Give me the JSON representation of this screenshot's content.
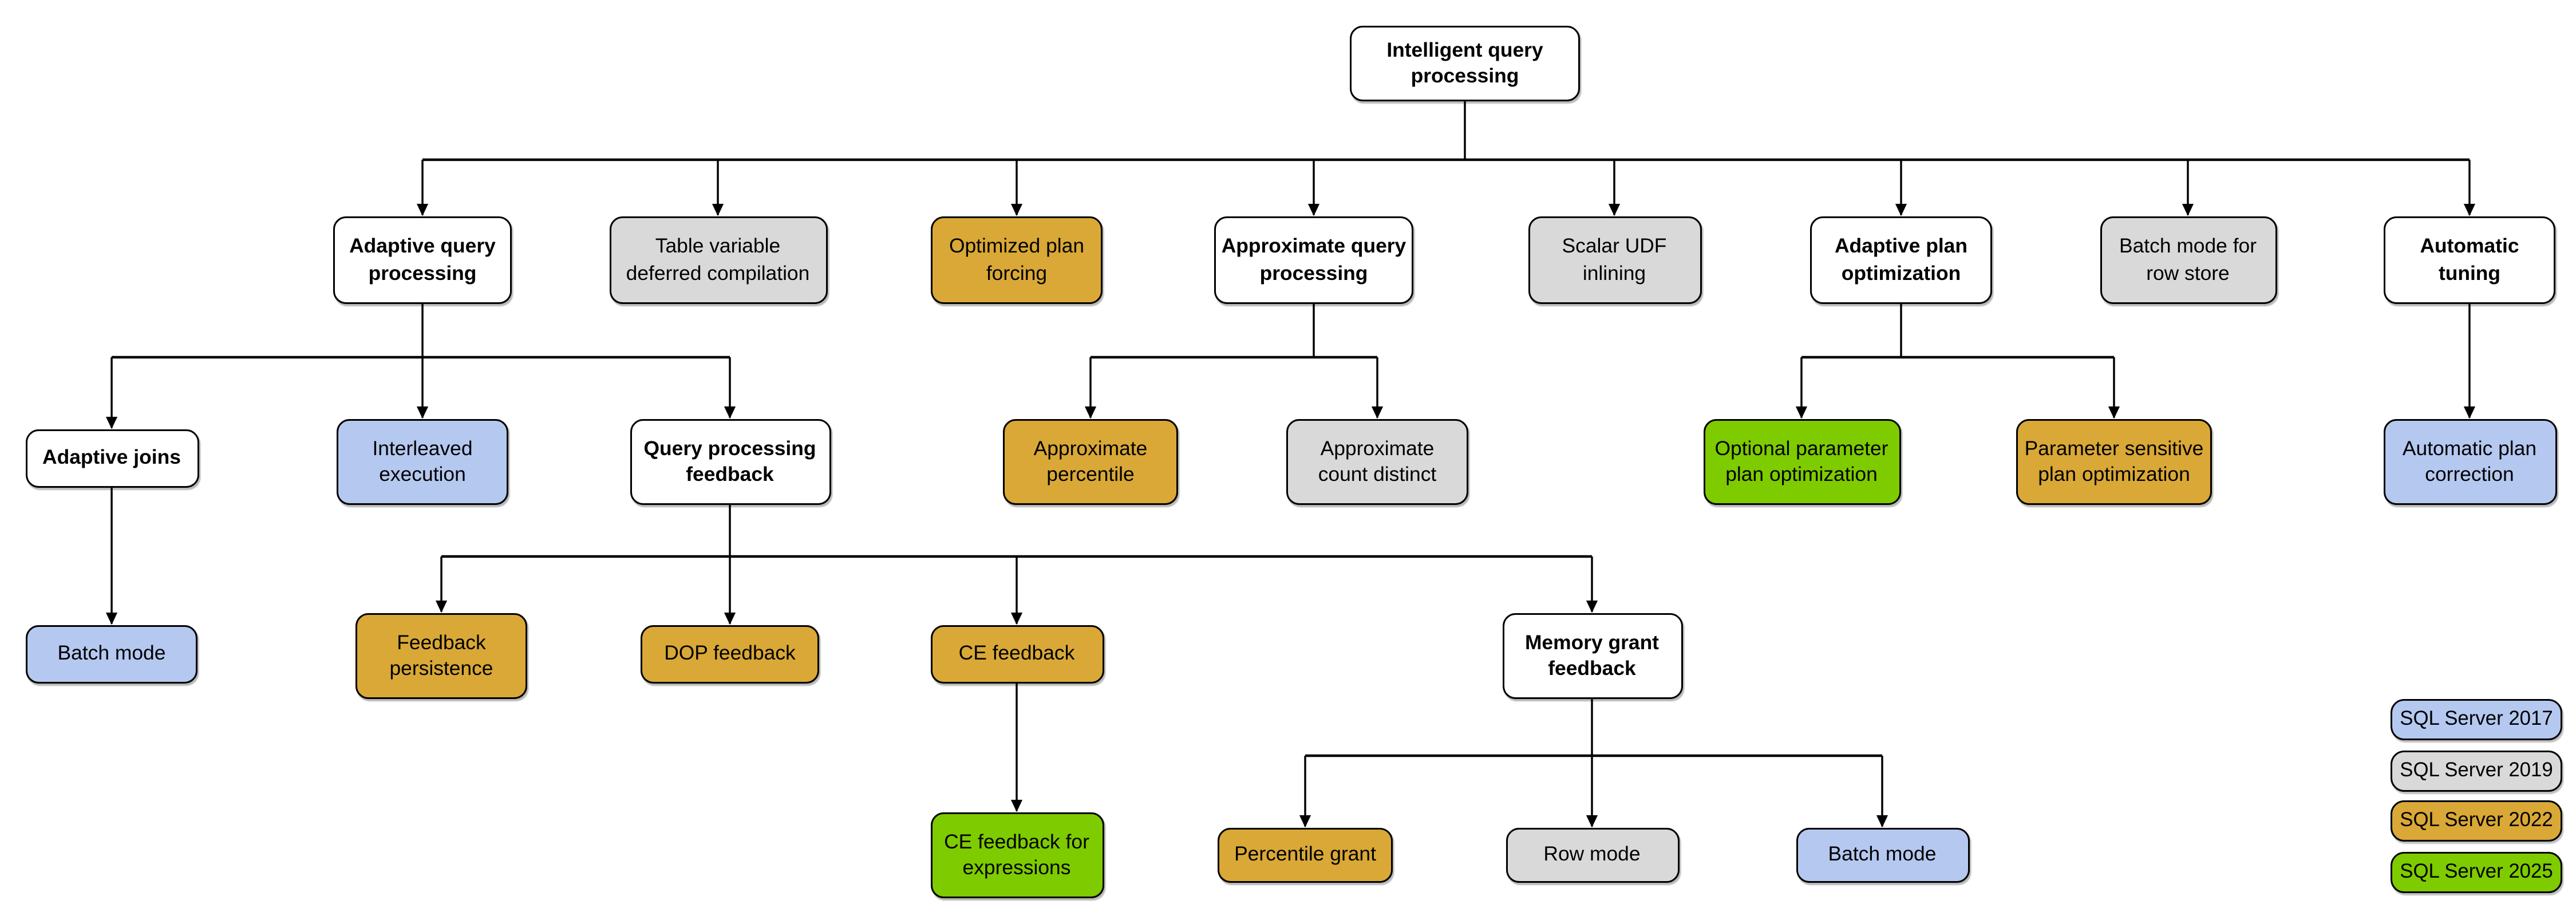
{
  "colors": {
    "base": "#FFFFFF",
    "sql2017": "#B5C8F0",
    "sql2019": "#D9D9D9",
    "sql2022": "#D9A836",
    "sql2025": "#7ECB00"
  },
  "diagram": {
    "nodes": [
      {
        "id": "intelligent-query-processing",
        "label": "Intelligent query processing",
        "version": "base"
      },
      {
        "id": "adaptive-query-processing",
        "label": "Adaptive query processing",
        "version": "base"
      },
      {
        "id": "table-variable-deferred-compilation",
        "label": "Table variable deferred compilation",
        "version": "sql2019"
      },
      {
        "id": "optimized-plan-forcing",
        "label": "Optimized plan forcing",
        "version": "sql2022"
      },
      {
        "id": "approximate-query-processing",
        "label": "Approximate query processing",
        "version": "base"
      },
      {
        "id": "scalar-udf-inlining",
        "label": "Scalar UDF inlining",
        "version": "sql2019"
      },
      {
        "id": "adaptive-plan-optimization",
        "label": "Adaptive plan optimization",
        "version": "base"
      },
      {
        "id": "batch-mode-for-row-store",
        "label": "Batch mode for row store",
        "version": "sql2019"
      },
      {
        "id": "automatic-tuning",
        "label": "Automatic tuning",
        "version": "base"
      },
      {
        "id": "adaptive-joins",
        "label": "Adaptive joins",
        "version": "base"
      },
      {
        "id": "interleaved-execution",
        "label": "Interleaved execution",
        "version": "sql2017"
      },
      {
        "id": "query-processing-feedback",
        "label": "Query processing feedback",
        "version": "base"
      },
      {
        "id": "approximate-percentile",
        "label": "Approximate percentile",
        "version": "sql2022"
      },
      {
        "id": "approximate-count-distinct",
        "label": "Approximate count distinct",
        "version": "sql2019"
      },
      {
        "id": "optional-parameter-plan-optimization",
        "label": "Optional parameter plan optimization",
        "version": "sql2025"
      },
      {
        "id": "parameter-sensitive-plan-optimization",
        "label": "Parameter sensitive plan optimization",
        "version": "sql2022"
      },
      {
        "id": "automatic-plan-correction",
        "label": "Automatic plan correction",
        "version": "sql2017"
      },
      {
        "id": "batch-mode-adaptive-joins",
        "label": "Batch mode",
        "version": "sql2017"
      },
      {
        "id": "feedback-persistence",
        "label": "Feedback persistence",
        "version": "sql2022"
      },
      {
        "id": "dop-feedback",
        "label": "DOP feedback",
        "version": "sql2022"
      },
      {
        "id": "ce-feedback",
        "label": "CE feedback",
        "version": "sql2022"
      },
      {
        "id": "memory-grant-feedback",
        "label": "Memory grant feedback",
        "version": "base"
      },
      {
        "id": "ce-feedback-for-expressions",
        "label": "CE feedback for expressions",
        "version": "sql2025"
      },
      {
        "id": "percentile-grant",
        "label": "Percentile grant",
        "version": "sql2022"
      },
      {
        "id": "row-mode",
        "label": "Row mode",
        "version": "sql2019"
      },
      {
        "id": "batch-mode-memory-grant",
        "label": "Batch mode",
        "version": "sql2017"
      }
    ],
    "edges": [
      {
        "from": "intelligent-query-processing",
        "to": [
          "adaptive-query-processing",
          "table-variable-deferred-compilation",
          "optimized-plan-forcing",
          "approximate-query-processing",
          "scalar-udf-inlining",
          "adaptive-plan-optimization",
          "batch-mode-for-row-store",
          "automatic-tuning"
        ]
      },
      {
        "from": "adaptive-query-processing",
        "to": [
          "adaptive-joins",
          "interleaved-execution",
          "query-processing-feedback"
        ]
      },
      {
        "from": "approximate-query-processing",
        "to": [
          "approximate-percentile",
          "approximate-count-distinct"
        ]
      },
      {
        "from": "adaptive-plan-optimization",
        "to": [
          "optional-parameter-plan-optimization",
          "parameter-sensitive-plan-optimization"
        ]
      },
      {
        "from": "automatic-tuning",
        "to": [
          "automatic-plan-correction"
        ]
      },
      {
        "from": "adaptive-joins",
        "to": [
          "batch-mode-adaptive-joins"
        ]
      },
      {
        "from": "query-processing-feedback",
        "to": [
          "feedback-persistence",
          "dop-feedback",
          "ce-feedback",
          "memory-grant-feedback"
        ]
      },
      {
        "from": "ce-feedback",
        "to": [
          "ce-feedback-for-expressions"
        ]
      },
      {
        "from": "memory-grant-feedback",
        "to": [
          "percentile-grant",
          "row-mode",
          "batch-mode-memory-grant"
        ]
      }
    ]
  },
  "legend": {
    "items": [
      {
        "label": "SQL Server 2017",
        "version": "sql2017"
      },
      {
        "label": "SQL Server 2019",
        "version": "sql2019"
      },
      {
        "label": "SQL Server 2022",
        "version": "sql2022"
      },
      {
        "label": "SQL Server 2025",
        "version": "sql2025"
      }
    ]
  }
}
